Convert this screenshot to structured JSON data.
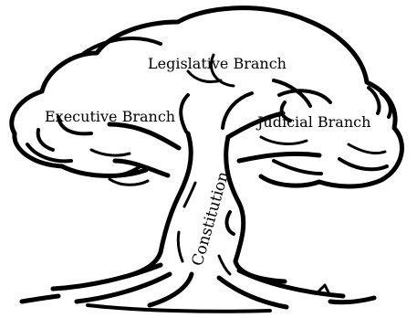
{
  "labels": {
    "legislative": "Legislative Branch",
    "executive": "Executive Branch",
    "judicial": "Judicial Branch",
    "trunk": "Constitution"
  },
  "colors": {
    "ink": "#000000",
    "paper": "#ffffff"
  }
}
